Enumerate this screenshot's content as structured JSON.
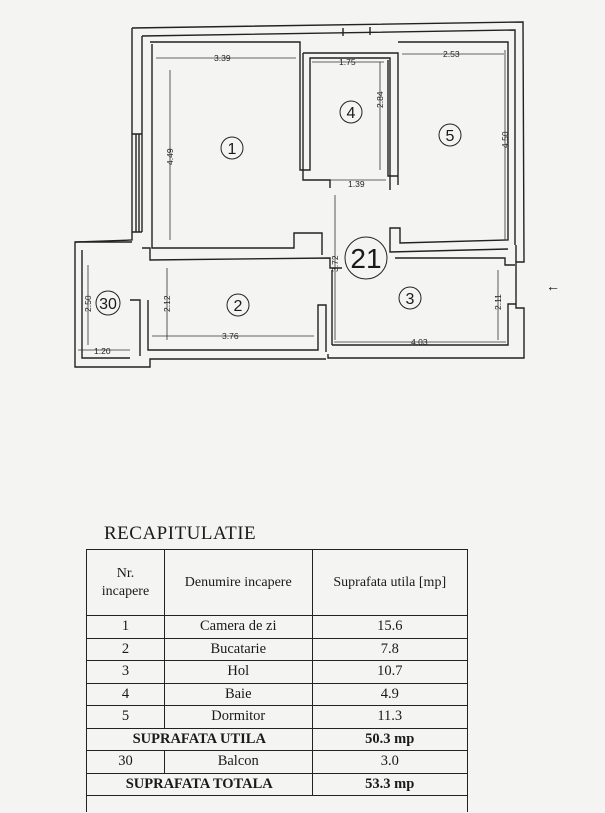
{
  "plan": {
    "dims": {
      "room1_width": "3.39",
      "room1_height": "4.49",
      "room4_width": "1.75",
      "room4_height": "2.84",
      "room4_bottom": "1.39",
      "room5_width": "2.53",
      "room5_height": "4.50",
      "hall_height": "3.72",
      "room2_height": "2.12",
      "room2_width": "3.76",
      "balcony_height": "2.50",
      "balcony_width": "1.20",
      "room3_height": "2.11",
      "room3_width": "4.03"
    },
    "room_labels": {
      "r1": "1",
      "r2": "2",
      "r3": "3",
      "r4": "4",
      "r5": "5",
      "r30": "30",
      "apt": "21"
    }
  },
  "recap": {
    "title": "RECAPITULATIE",
    "headers": [
      "Nr. incapere",
      "Denumire incapere",
      "Suprafata utila [mp]"
    ],
    "rows": [
      {
        "nr": "1",
        "name": "Camera de zi",
        "area": "15.6"
      },
      {
        "nr": "2",
        "name": "Bucatarie",
        "area": "7.8"
      },
      {
        "nr": "3",
        "name": "Hol",
        "area": "10.7"
      },
      {
        "nr": "4",
        "name": "Baie",
        "area": "4.9"
      },
      {
        "nr": "5",
        "name": "Dormitor",
        "area": "11.3"
      }
    ],
    "useful_label": "SUPRAFATA UTILA",
    "useful_value": "50.3 mp",
    "balcony": {
      "nr": "30",
      "name": "Balcon",
      "area": "3.0"
    },
    "total_label": "SUPRAFATA TOTALA",
    "total_value": "53.3 mp"
  },
  "entrance_arrow": "←"
}
